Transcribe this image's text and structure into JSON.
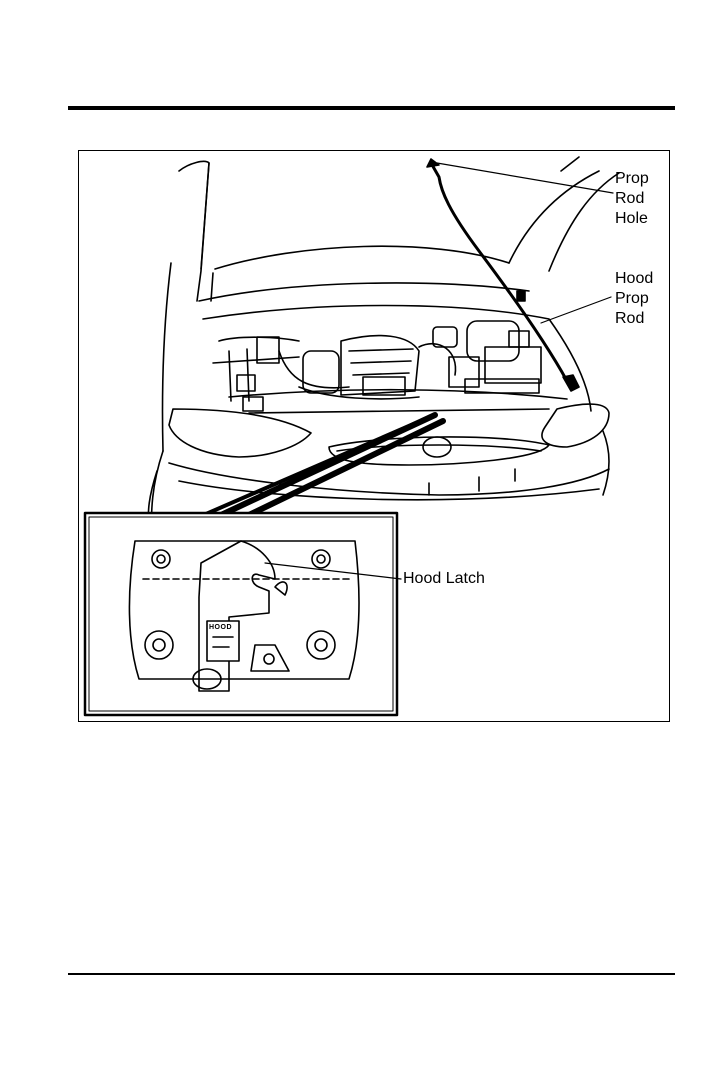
{
  "figure": {
    "callouts": {
      "prop_rod_hole": [
        "Prop",
        "Rod",
        "Hole"
      ],
      "hood_prop_rod": [
        "Hood",
        "Prop",
        "Rod"
      ],
      "hood_latch": "Hood Latch"
    },
    "latch_plate_text": "HOOD"
  }
}
